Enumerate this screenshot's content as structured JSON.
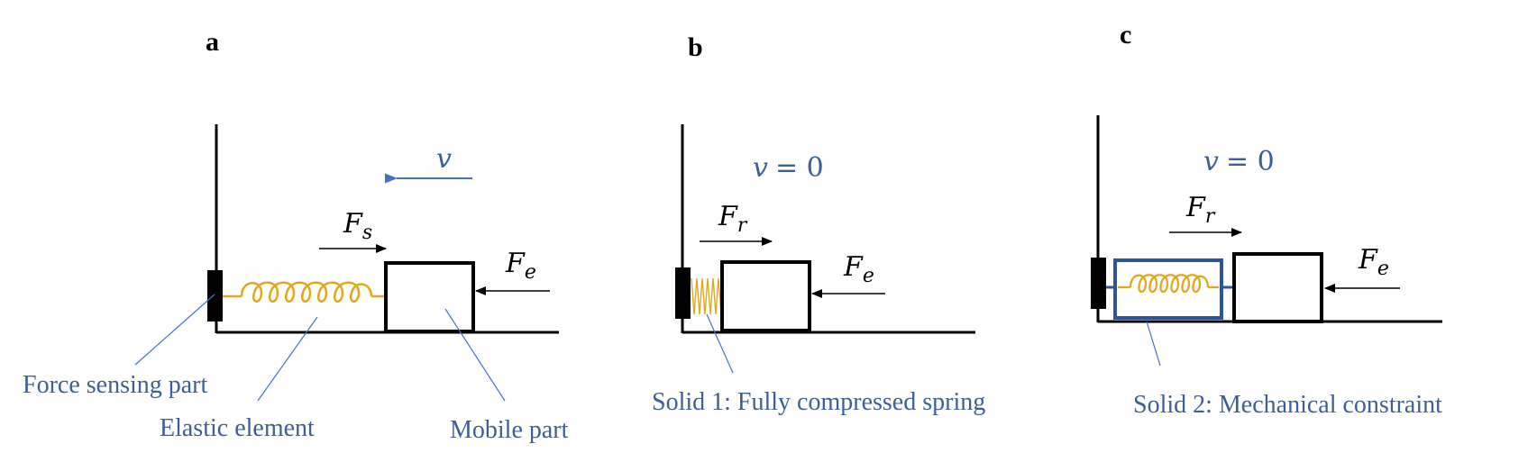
{
  "colors": {
    "blue": "#3d5f97",
    "spring": "#e0a81e",
    "black": "#000000"
  },
  "panels": [
    {
      "label": "a",
      "velocity": {
        "symbol": "v",
        "value": ""
      },
      "force_sensor": {
        "symbol": "F",
        "subscript": "s"
      },
      "force_external": {
        "symbol": "F",
        "subscript": "e"
      },
      "callouts": [
        "Force sensing part",
        "Elastic element",
        "Mobile part"
      ]
    },
    {
      "label": "b",
      "velocity": {
        "symbol": "v",
        "equals": "= 0"
      },
      "force_reaction": {
        "symbol": "F",
        "subscript": "r"
      },
      "force_external": {
        "symbol": "F",
        "subscript": "e"
      },
      "callouts": [
        "Solid 1: Fully compressed spring"
      ]
    },
    {
      "label": "c",
      "velocity": {
        "symbol": "v",
        "equals": "= 0"
      },
      "force_reaction": {
        "symbol": "F",
        "subscript": "r"
      },
      "force_external": {
        "symbol": "F",
        "subscript": "e"
      },
      "callouts": [
        "Solid 2: Mechanical constraint"
      ]
    }
  ]
}
